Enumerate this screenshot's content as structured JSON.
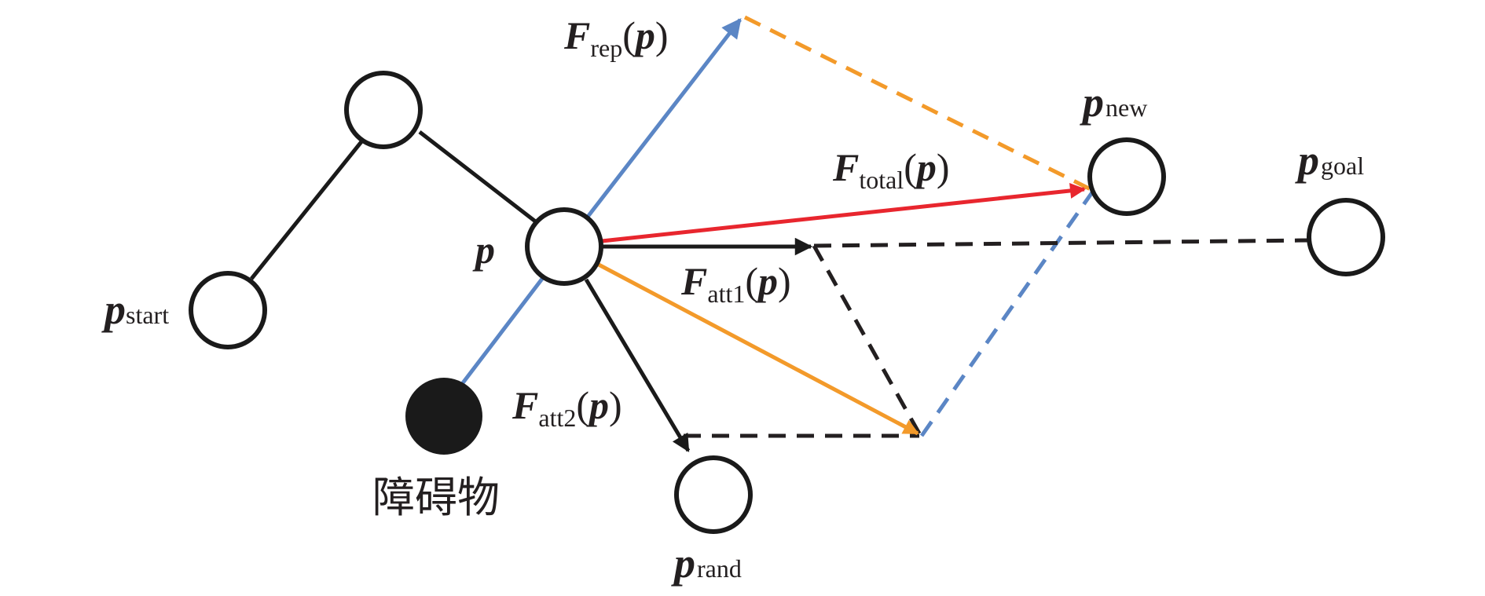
{
  "diagram": {
    "title": "Artificial potential field guided RRT node expansion",
    "colors": {
      "tree": "#1a1a1a",
      "repulsive": "#5b86c5",
      "attractive_resultant": "#f39a2a",
      "total": "#e8262e",
      "dashed_black": "#231f20",
      "obstacle": "#1a1a1a"
    },
    "nodes": {
      "p": {
        "label_main": "p",
        "label_sub": ""
      },
      "parent": {
        "label_main": "",
        "label_sub": ""
      },
      "start": {
        "label_main": "p",
        "label_sub": "start"
      },
      "new": {
        "label_main": "p",
        "label_sub": "new"
      },
      "goal": {
        "label_main": "p",
        "label_sub": "goal"
      },
      "rand": {
        "label_main": "p",
        "label_sub": "rand"
      }
    },
    "obstacle": {
      "label": "障碍物"
    },
    "forces": {
      "rep": {
        "F": "F",
        "sub": "rep",
        "open": "(",
        "arg": "p",
        "close": ")"
      },
      "total": {
        "F": "F",
        "sub": "total",
        "open": "(",
        "arg": "p",
        "close": ")"
      },
      "att1": {
        "F": "F",
        "sub": "att1",
        "open": "(",
        "arg": "p",
        "close": ")"
      },
      "att2": {
        "F": "F",
        "sub": "att2",
        "open": "(",
        "arg": "p",
        "close": ")"
      }
    }
  }
}
